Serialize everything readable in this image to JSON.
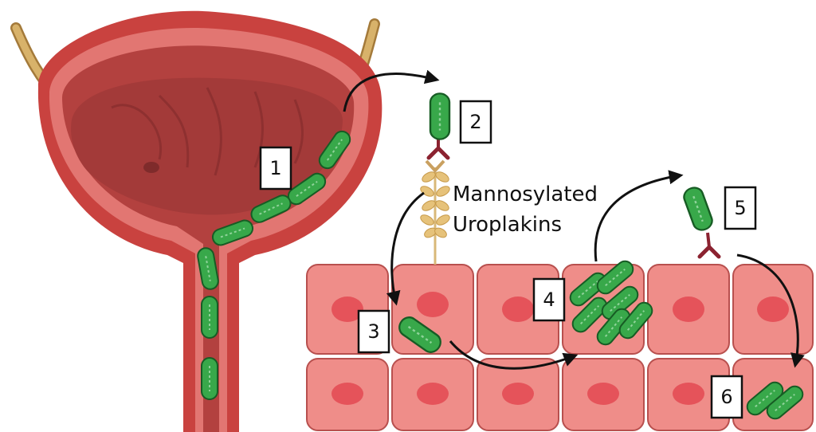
{
  "steps": [
    {
      "label": "1"
    },
    {
      "label": "2"
    },
    {
      "label": "3"
    },
    {
      "label": "4"
    },
    {
      "label": "5"
    },
    {
      "label": "6"
    }
  ],
  "receptor": {
    "line1": "Mannosylated",
    "line2": "Uroplakins"
  },
  "colors": {
    "bladder_wall": "#d9534f",
    "bladder_inner": "#a94442",
    "epithelial_cell": "#ef8d89",
    "nucleus": "#e5535a",
    "bacteria": "#38a84a",
    "ureter": "#d8b26a",
    "adhesin": "#8b2230"
  },
  "icons": [
    "bladder",
    "ureter",
    "urethra",
    "bacterium",
    "fimbrial-adhesin",
    "uroplakin-receptor",
    "epithelial-cell",
    "arrow"
  ]
}
